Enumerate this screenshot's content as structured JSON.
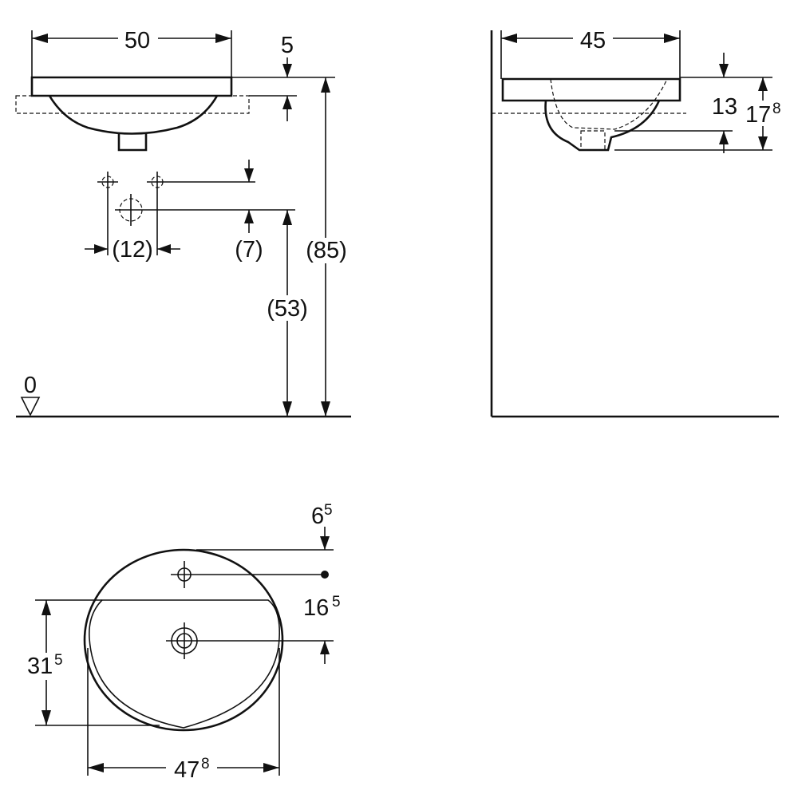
{
  "front_view": {
    "width": "50",
    "rim_thickness": "5",
    "tap_spacing": "(12)",
    "tap_offset": "(7)",
    "waste_height": "(53)",
    "rim_height": "(85)",
    "floor_level": "0"
  },
  "side_view": {
    "depth": "45",
    "bowl_depth": "13",
    "overall_depth_main": "17",
    "overall_depth_sup": "8"
  },
  "top_view": {
    "tap_hole_offset_main": "6",
    "tap_hole_offset_sup": "5",
    "waste_offset_main": "16",
    "waste_offset_sup": "5",
    "bowl_length_main": "31",
    "bowl_length_sup": "5",
    "width_main": "47",
    "width_sup": "8"
  }
}
